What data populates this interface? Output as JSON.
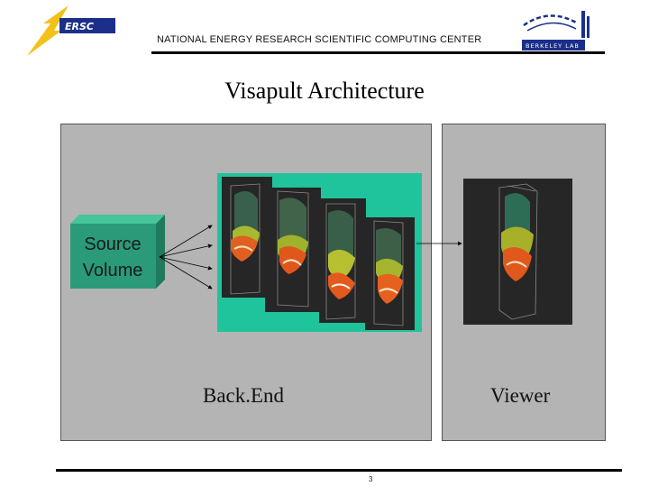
{
  "header": {
    "org_name": "NATIONAL ENERGY RESEARCH SCIENTIFIC COMPUTING CENTER",
    "left_logo_text": "ERSC",
    "right_logo_text": "BERKELEY LAB"
  },
  "slide": {
    "title": "Visapult Architecture"
  },
  "diagram": {
    "source_label": "Source Volume",
    "source_label_lines": [
      "Source",
      "Volume"
    ],
    "backend_label": "Back.End",
    "viewer_label": "Viewer"
  },
  "colors": {
    "panel_gray": "#b4b4b4",
    "source_box": "#2a9a78",
    "render_backdrop": "#1fc49c"
  },
  "footer": {
    "page_number": "3"
  }
}
